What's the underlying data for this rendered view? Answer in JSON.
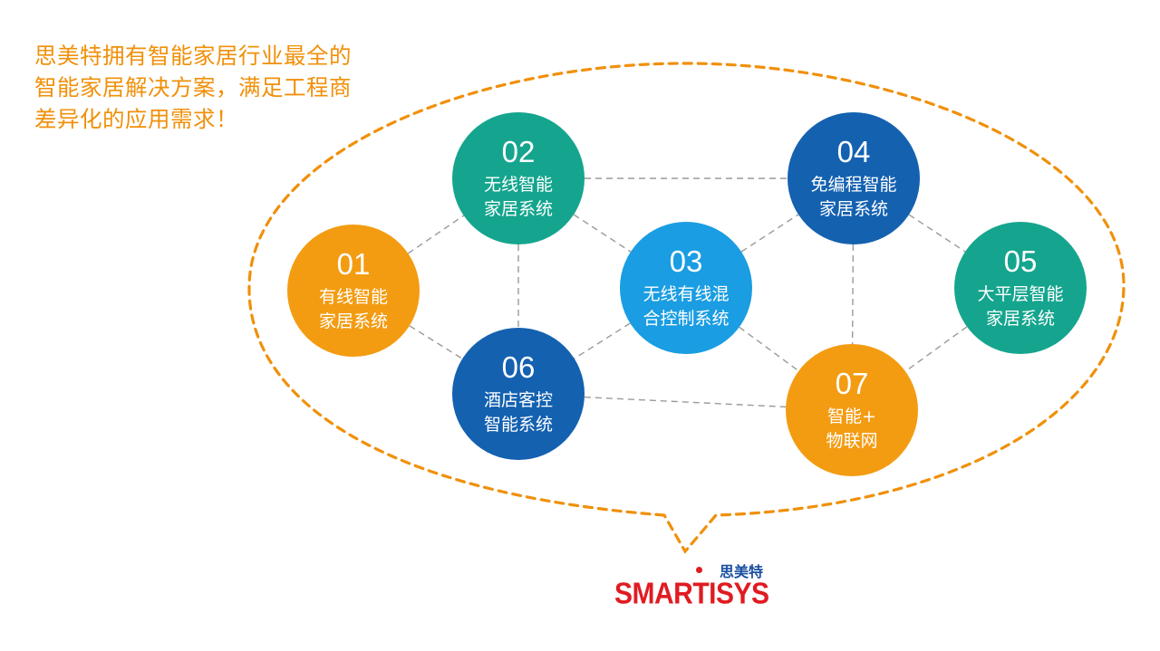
{
  "intro": {
    "lines": [
      "思美特拥有智能家居行业最全的",
      "智能家居解决方案，满足工程商",
      "差异化的应用需求！"
    ]
  },
  "colors": {
    "orange": "#f39c12",
    "teal": "#15a58e",
    "dark_blue": "#1461b0",
    "light_blue": "#1a9de2",
    "bubble_stroke": "#f0900a",
    "connector": "#9a9a9a"
  },
  "nodes": [
    {
      "id": "01",
      "num": "01",
      "lines": [
        "有线智能",
        "家居系统"
      ],
      "color": "orange"
    },
    {
      "id": "02",
      "num": "02",
      "lines": [
        "无线智能",
        "家居系统"
      ],
      "color": "teal"
    },
    {
      "id": "03",
      "num": "03",
      "lines": [
        "无线有线混",
        "合控制系统"
      ],
      "color": "light_blue"
    },
    {
      "id": "04",
      "num": "04",
      "lines": [
        "免编程智能",
        "家居系统"
      ],
      "color": "dark_blue"
    },
    {
      "id": "05",
      "num": "05",
      "lines": [
        "大平层智能",
        "家居系统"
      ],
      "color": "teal"
    },
    {
      "id": "06",
      "num": "06",
      "lines": [
        "酒店客控",
        "智能系统"
      ],
      "color": "dark_blue"
    },
    {
      "id": "07",
      "num": "07",
      "lines": [
        "智能+",
        "物联网"
      ],
      "color": "orange"
    }
  ],
  "connections": [
    [
      "01",
      "02"
    ],
    [
      "01",
      "06"
    ],
    [
      "02",
      "06"
    ],
    [
      "02",
      "04"
    ],
    [
      "02",
      "03"
    ],
    [
      "03",
      "04"
    ],
    [
      "03",
      "06"
    ],
    [
      "03",
      "07"
    ],
    [
      "04",
      "05"
    ],
    [
      "04",
      "07"
    ],
    [
      "05",
      "07"
    ],
    [
      "06",
      "07"
    ]
  ],
  "logo": {
    "cn_text": "思美特",
    "en_text": "SMARTISYS"
  }
}
